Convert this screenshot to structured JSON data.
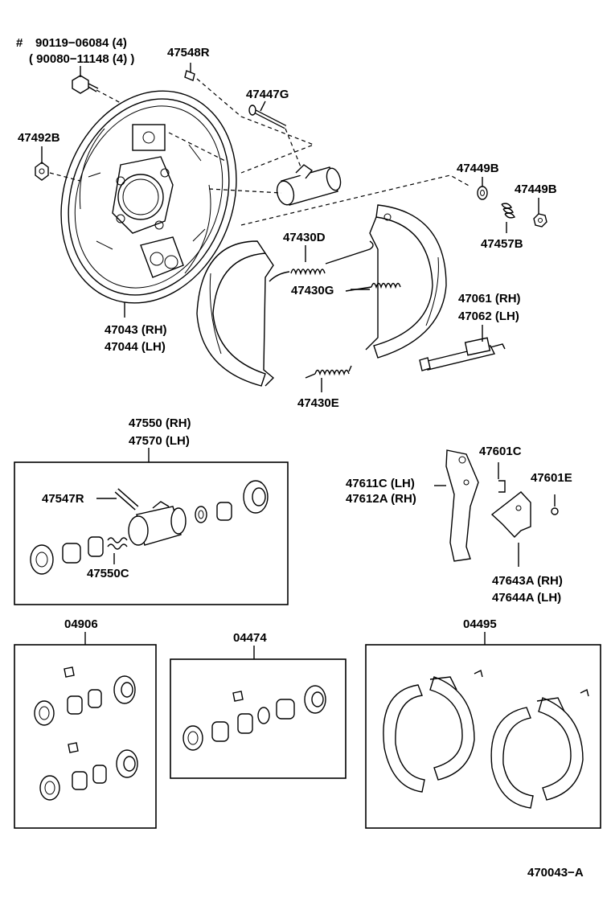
{
  "labels": {
    "hash": "#",
    "p_90119": "90119−06084 (4)",
    "p_90080": "( 90080−11148 (4) )",
    "p_47548R": "47548R",
    "p_47447G": "47447G",
    "p_47492B": "47492B",
    "p_47449B_a": "47449B",
    "p_47449B_b": "47449B",
    "p_47457B": "47457B",
    "p_47430D": "47430D",
    "p_47430G": "47430G",
    "p_47061": "47061 (RH)",
    "p_47062": "47062 (LH)",
    "p_47043": "47043 (RH)",
    "p_47044": "47044 (LH)",
    "p_47430E": "47430E",
    "p_47550": "47550 (RH)",
    "p_47570": "47570 (LH)",
    "p_47547R": "47547R",
    "p_47550C": "47550C",
    "p_47601C": "47601C",
    "p_47611C": "47611C (LH)",
    "p_47612A": "47612A (RH)",
    "p_47601E": "47601E",
    "p_47643A": "47643A (RH)",
    "p_47644A": "47644A (LH)",
    "p_04906": "04906",
    "p_04474": "04474",
    "p_04495": "04495",
    "ref": "470043−A"
  }
}
